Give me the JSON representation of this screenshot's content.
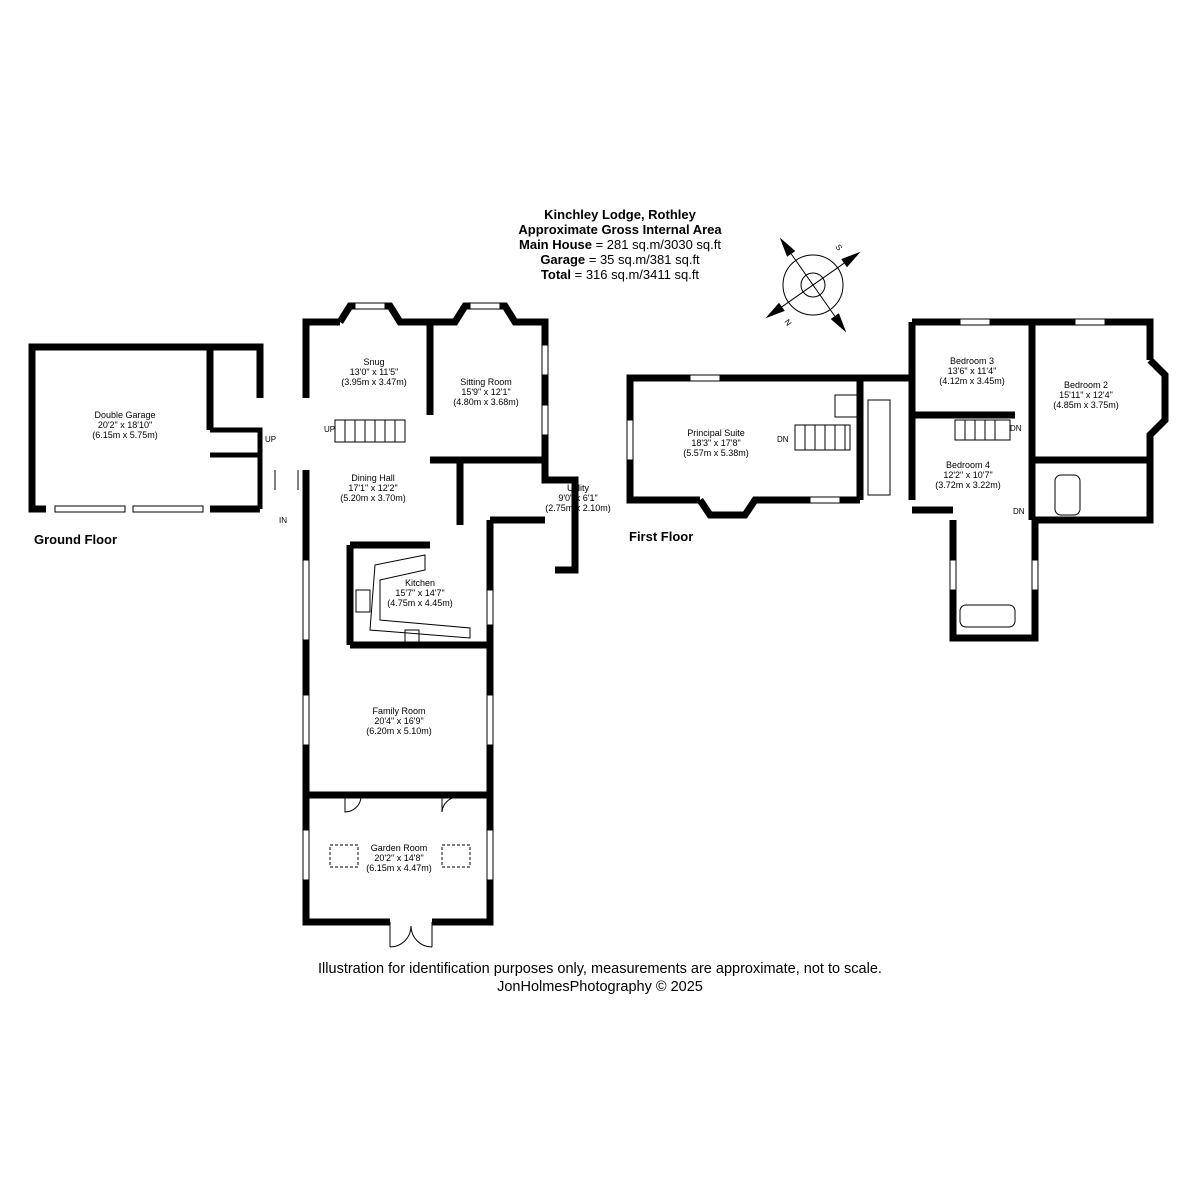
{
  "header": {
    "property": "Kinchley Lodge, Rothley",
    "area_title": "Approximate Gross Internal Area",
    "main_label": "Main House",
    "main_value": " = 281 sq.m/3030 sq.ft",
    "garage_label": "Garage",
    "garage_value": " = 35 sq.m/381 sq.ft",
    "total_label": "Total",
    "total_value": " = 316 sq.m/3411 sq.ft"
  },
  "footer": {
    "disclaimer": "Illustration for identification purposes only, measurements are approximate, not to scale.",
    "credit": "JonHolmesPhotography © 2025"
  },
  "floors": {
    "ground": "Ground Floor",
    "first": "First Floor"
  },
  "compass": {
    "north": "N",
    "south": "S"
  },
  "marks": {
    "in": "IN",
    "up": "UP",
    "dn": "DN"
  },
  "rooms": {
    "double_garage": {
      "name": "Double Garage",
      "imperial": "20'2\" x 18'10\"",
      "metric": "(6.15m x 5.75m)"
    },
    "snug": {
      "name": "Snug",
      "imperial": "13'0\" x 11'5\"",
      "metric": "(3.95m x 3.47m)"
    },
    "sitting_room": {
      "name": "Sitting Room",
      "imperial": "15'9\" x 12'1\"",
      "metric": "(4.80m x 3.68m)"
    },
    "dining_hall": {
      "name": "Dining Hall",
      "imperial": "17'1\" x 12'2\"",
      "metric": "(5.20m x 3.70m)"
    },
    "utility": {
      "name": "Utility",
      "imperial": "9'0\" x 6'1\"",
      "metric": "(2.75m x 2.10m)"
    },
    "kitchen": {
      "name": "Kitchen",
      "imperial": "15'7\" x 14'7\"",
      "metric": "(4.75m x 4.45m)"
    },
    "family_room": {
      "name": "Family Room",
      "imperial": "20'4\" x 16'9\"",
      "metric": "(6.20m x 5.10m)"
    },
    "garden_room": {
      "name": "Garden Room",
      "imperial": "20'2\" x 14'8\"",
      "metric": "(6.15m x 4.47m)"
    },
    "principal_suite": {
      "name": "Principal Suite",
      "imperial": "18'3\" x 17'8\"",
      "metric": "(5.57m x 5.38m)"
    },
    "bedroom_3": {
      "name": "Bedroom 3",
      "imperial": "13'6\" x 11'4\"",
      "metric": "(4.12m x 3.45m)"
    },
    "bedroom_2": {
      "name": "Bedroom 2",
      "imperial": "15'11\" x 12'4\"",
      "metric": "(4.85m x 3.75m)"
    },
    "bedroom_4": {
      "name": "Bedroom 4",
      "imperial": "12'2\" x 10'7\"",
      "metric": "(3.72m x 3.22m)"
    }
  }
}
